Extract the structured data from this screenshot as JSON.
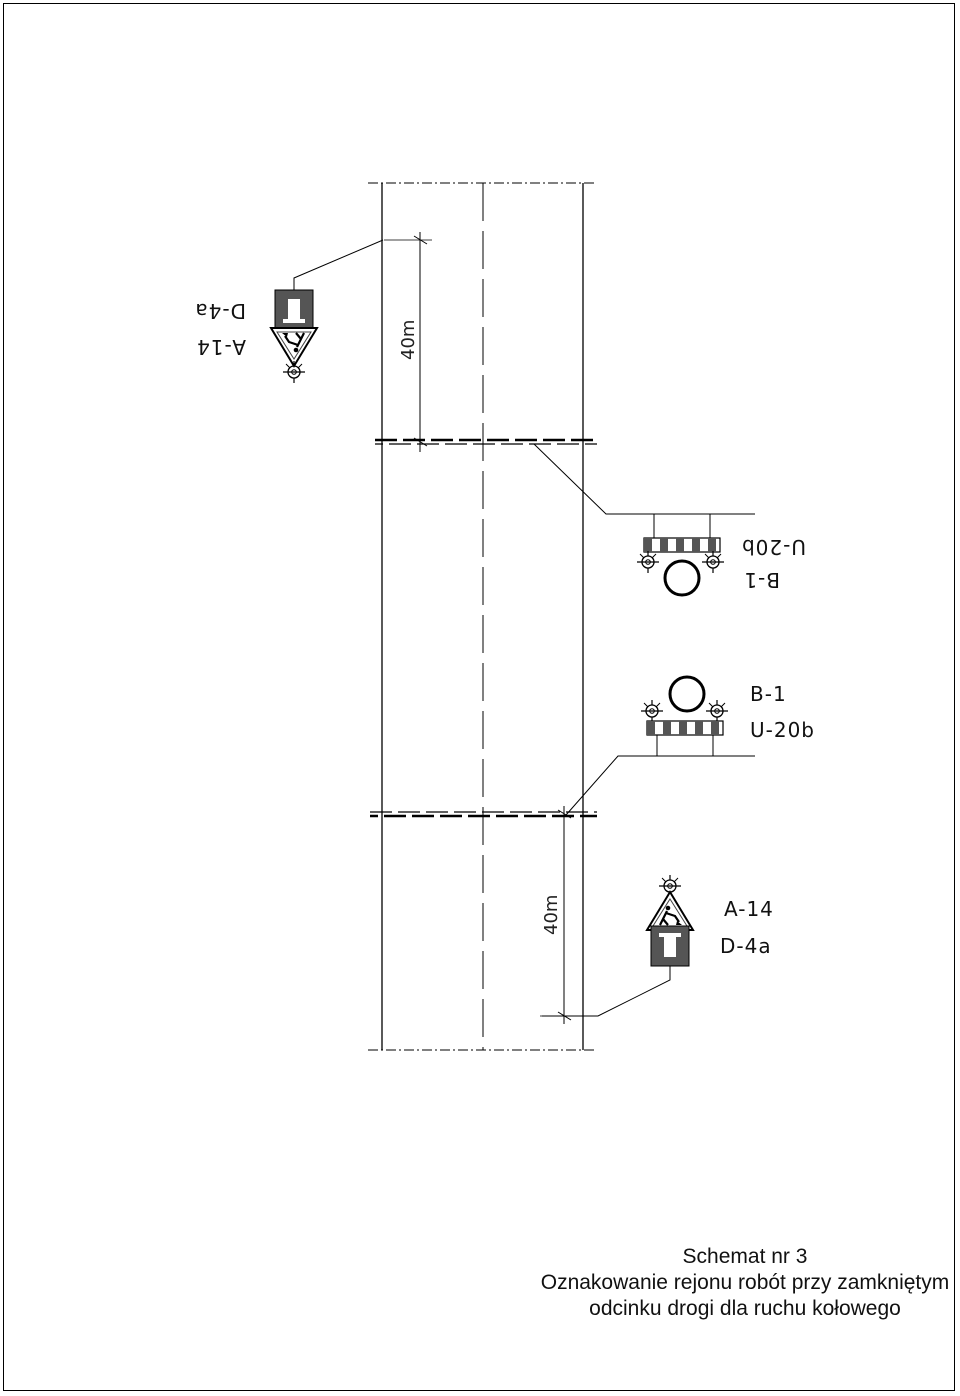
{
  "labels": {
    "top_sign_a": "A-14",
    "top_sign_d": "D-4a",
    "top_barrier_b": "B-1",
    "top_barrier_u": "U-20b",
    "bottom_barrier_b": "B-1",
    "bottom_barrier_u": "U-20b",
    "bottom_sign_a": "A-14",
    "bottom_sign_d": "D-4a",
    "dim_top": "40m",
    "dim_bottom": "40m"
  },
  "caption": {
    "line1": "Schemat nr 3",
    "line2": "Oznakowanie rejonu robót przy zamkniętym",
    "line3": "odcinku drogi dla ruchu kołowego"
  },
  "colors": {
    "line": "#000000",
    "sign_gray": "#555555",
    "barrier_red": "#666666"
  }
}
